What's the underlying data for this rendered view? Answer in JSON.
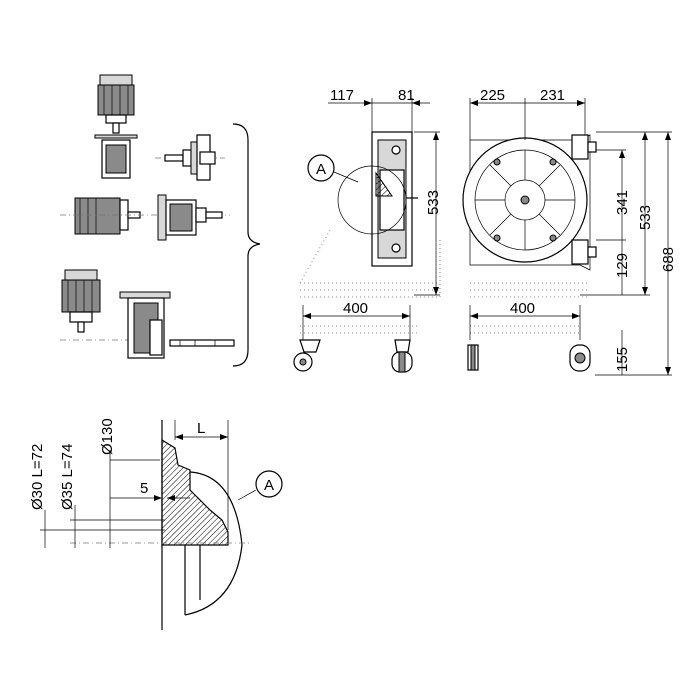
{
  "top_view_dims": {
    "d117": "117",
    "d81": "81",
    "d533": "533",
    "d400": "400"
  },
  "front_view_dims": {
    "d225": "225",
    "d231": "231",
    "d341": "341",
    "d533": "533",
    "d129": "129",
    "d688": "688",
    "d400": "400",
    "d155": "155"
  },
  "detail_dims": {
    "l72": "Ø30  L=72",
    "l74": "Ø35  L=74",
    "d130": "Ø130",
    "d5": "5",
    "L": "L"
  },
  "callouts": {
    "detail_a": "A",
    "detail_a_label": "A"
  },
  "colors": {
    "line": "#000000",
    "fill_dark": "#8a8a8a",
    "fill_light": "#d8d8d8"
  }
}
